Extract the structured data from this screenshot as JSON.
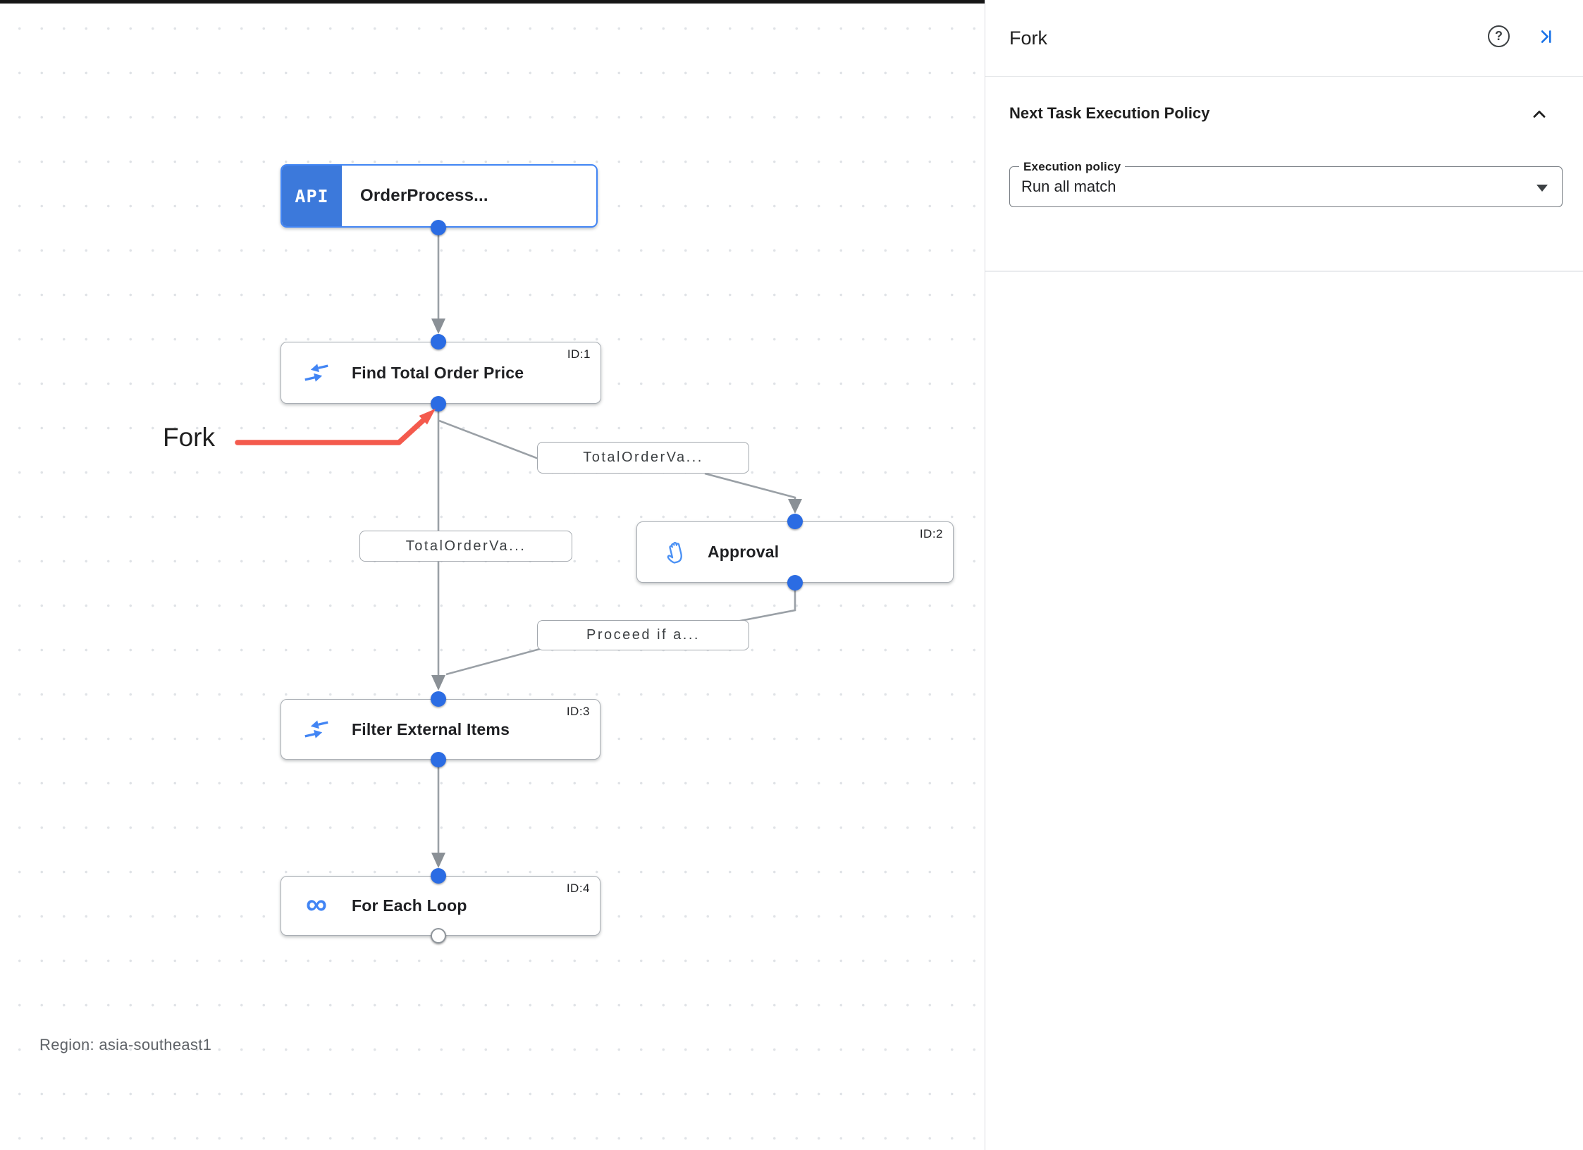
{
  "panel": {
    "title": "Fork",
    "section_title": "Next Task Execution Policy",
    "field_label": "Execution policy",
    "field_value": "Run all match"
  },
  "icons": {
    "api_text": "API",
    "loop_glyph": "∞",
    "help_glyph": "?"
  },
  "canvas": {
    "region": "Region: asia-southeast1",
    "fork_annotation": "Fork",
    "nodes": [
      {
        "title": "OrderProcess...",
        "id": ""
      },
      {
        "title": "Find Total Order Price",
        "id": "ID:1"
      },
      {
        "title": "Approval",
        "id": "ID:2"
      },
      {
        "title": "Filter External Items",
        "id": "ID:3"
      },
      {
        "title": "For Each Loop",
        "id": "ID:4"
      }
    ],
    "edge_labels": [
      "TotalOrderVa...",
      "TotalOrderVa...",
      "Proceed if a..."
    ],
    "colors": {
      "accent_blue": "#4285f4",
      "port_blue": "#2b6ce3",
      "edge_gray": "#9aa0a6",
      "annotation_red": "#f45a4d"
    }
  }
}
